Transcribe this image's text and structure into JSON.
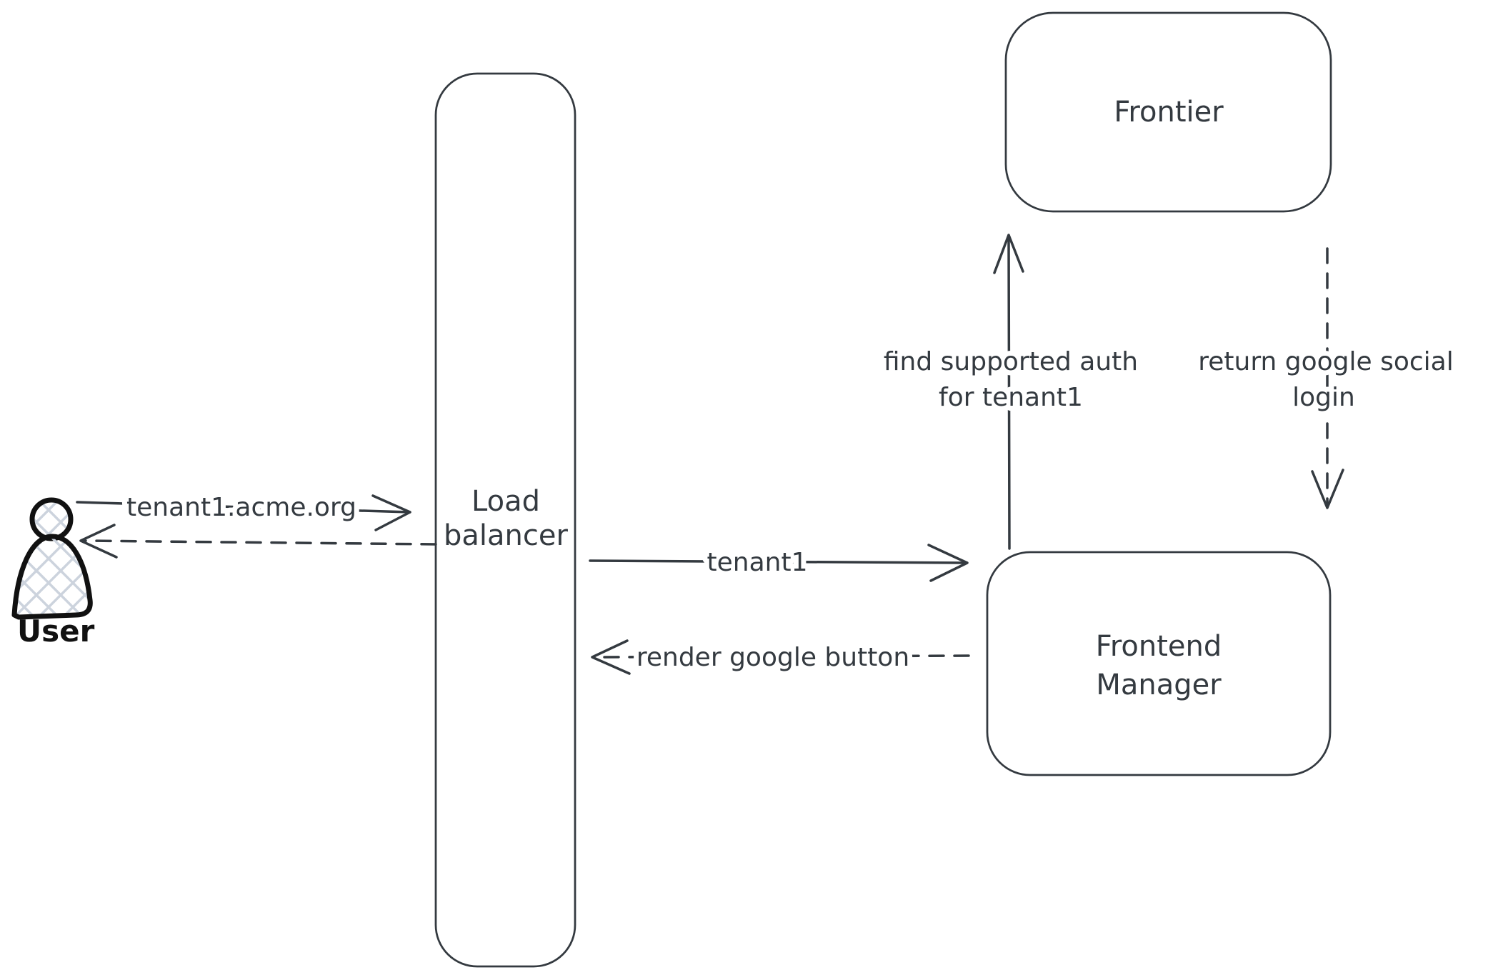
{
  "diagram": {
    "background": "#ffffff",
    "colors": {
      "stroke": "#343a40",
      "user_icon": "#111111",
      "user_hatch_fill": "#ccd3dd"
    },
    "actors": {
      "user": {
        "label": "User"
      },
      "load_balancer": {
        "lines": [
          "Load",
          "balancer"
        ]
      },
      "frontier": {
        "label": "Frontier"
      },
      "frontend_manager": {
        "lines": [
          "Frontend",
          "Manager"
        ]
      }
    },
    "messages": {
      "user_to_loadbalancer": {
        "label": "tenant1.acme.org",
        "style": "solid",
        "direction": "right"
      },
      "loadbalancer_to_user": {
        "label": "",
        "style": "dashed",
        "direction": "left"
      },
      "loadbalancer_to_frontend_manager": {
        "label": "tenant1",
        "style": "solid",
        "direction": "right"
      },
      "frontend_manager_to_loadbalancer": {
        "label": "render google button",
        "style": "dashed",
        "direction": "left"
      },
      "frontend_manager_to_frontier": {
        "lines": [
          "find supported auth",
          "for tenant1"
        ],
        "style": "solid",
        "direction": "up"
      },
      "frontier_to_frontend_manager": {
        "lines": [
          "return google social",
          "login"
        ],
        "style": "dashed",
        "direction": "down"
      }
    }
  }
}
